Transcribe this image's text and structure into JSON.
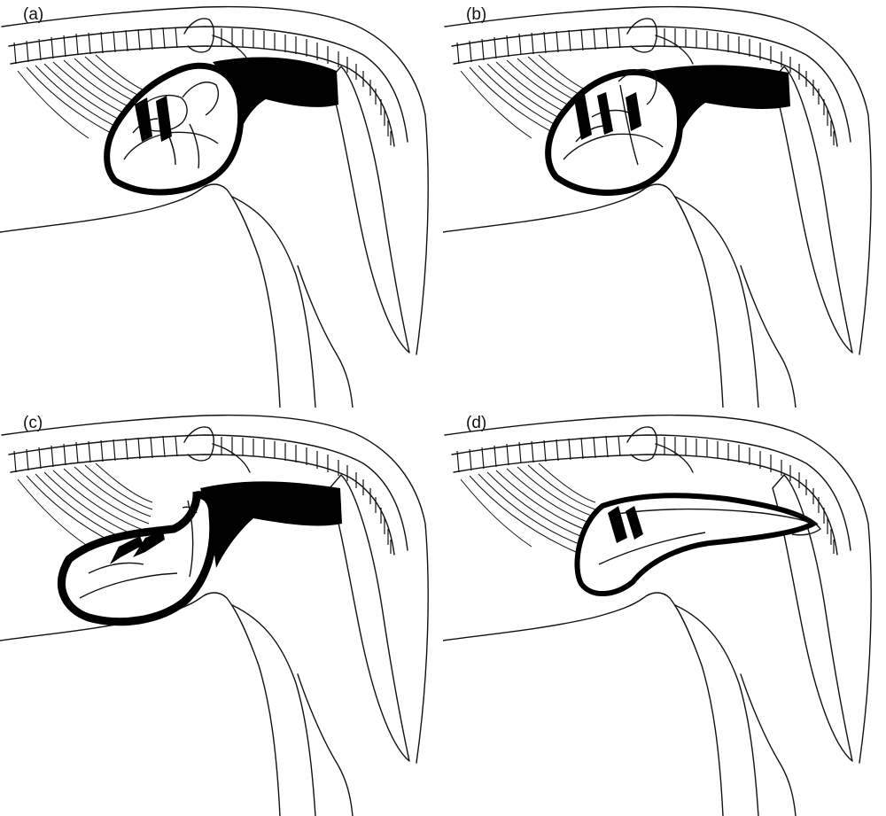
{
  "figure": {
    "panels": [
      {
        "id": "a",
        "label": "(a)"
      },
      {
        "id": "b",
        "label": "(b)"
      },
      {
        "id": "c",
        "label": "(c)"
      },
      {
        "id": "d",
        "label": "(d)"
      }
    ]
  },
  "colors": {
    "line": "#111111",
    "fill": "#000000",
    "background": "#ffffff"
  }
}
